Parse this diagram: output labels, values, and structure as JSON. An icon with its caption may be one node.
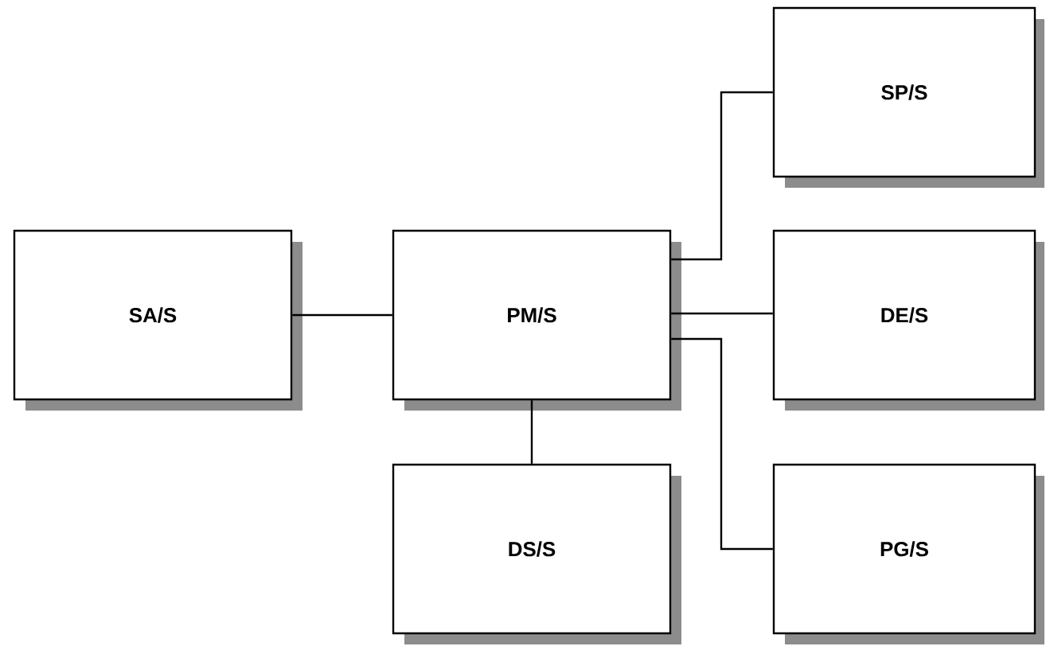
{
  "diagram": {
    "nodes": [
      {
        "text": [
          "SA/S"
        ]
      },
      {
        "text": [
          "PM/S"
        ]
      },
      {
        "text": [
          "SP/S"
        ]
      },
      {
        "text": [
          "DE/S"
        ]
      },
      {
        "text": [
          "DS/S"
        ]
      },
      {
        "text": [
          "PG/S"
        ]
      }
    ],
    "edges": [
      {
        "from": 0,
        "to": 1,
        "arrow": "none"
      },
      {
        "from": 1,
        "to": 2,
        "arrow": "none"
      },
      {
        "from": 1,
        "to": 3,
        "arrow": "none"
      },
      {
        "from": 1,
        "to": 5,
        "arrow": "none"
      },
      {
        "from": 1,
        "to": 4,
        "arrow": "none"
      }
    ]
  }
}
